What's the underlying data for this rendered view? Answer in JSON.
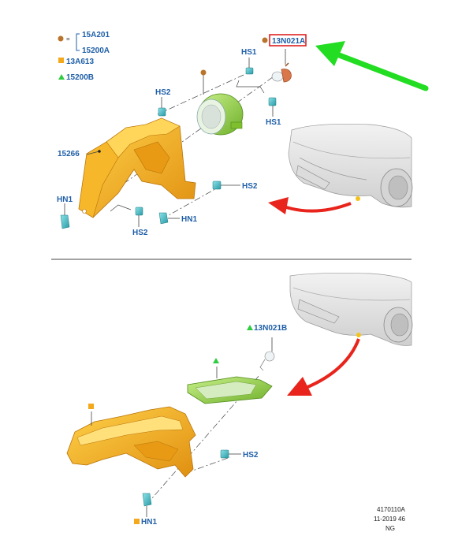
{
  "legend": {
    "items": [
      {
        "symbol": "circle",
        "color": "#b8742a",
        "codes": [
          "15A201",
          "15200A"
        ]
      },
      {
        "symbol": "square",
        "color": "#f4a81c",
        "codes": [
          "13A613"
        ]
      },
      {
        "symbol": "triangle",
        "color": "#2ecc40",
        "codes": [
          "15200B"
        ]
      }
    ]
  },
  "top_labels": {
    "bulb": "13N021A",
    "hs1_a": "HS1",
    "hs1_b": "HS1",
    "hs2_a": "HS2",
    "hs2_b": "HS2",
    "hs2_c": "HS2",
    "bracket": "15266",
    "hn1_a": "HN1",
    "hn1_b": "HN1"
  },
  "bottom_labels": {
    "bulb": "13N021B",
    "hs2": "HS2",
    "hn1": "HN1"
  },
  "doc_info": {
    "line1": "4170110A",
    "line2": "11-2019 46",
    "line3": "NG"
  },
  "colors": {
    "label_blue": "#1f5fa8",
    "bracket_orange": "#f4a81c",
    "lamp_green": "#8ccf3c",
    "bulb_orange": "#d9774a",
    "highlight_red": "#e02020",
    "pointer_green": "#22dd22",
    "arrow_red": "#e8241c",
    "fastener_teal": "#3dbfc7"
  },
  "icons": {
    "circle_marker": "brown-circle-icon",
    "square_marker": "orange-square-icon",
    "triangle_marker": "green-triangle-icon",
    "pointer": "green-arrow-icon",
    "direction": "red-curved-arrow-icon"
  }
}
